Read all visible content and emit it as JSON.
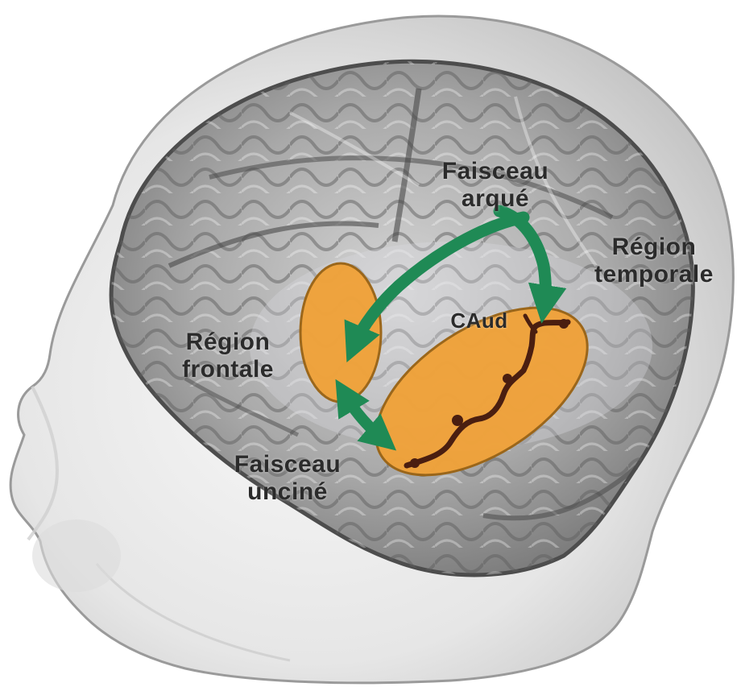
{
  "labels": {
    "arcuate": {
      "line1": "Faisceau",
      "line2": "arqué"
    },
    "temporal": {
      "line1": "Région",
      "line2": "temporale"
    },
    "frontal": {
      "line1": "Région",
      "line2": "frontale"
    },
    "uncinate": {
      "line1": "Faisceau",
      "line2": "unciné"
    },
    "auditory": "CAud"
  },
  "colors": {
    "region_fill": "#f0a23a",
    "region_stroke": "#9a6416",
    "tract": "#1f8a55",
    "cortex_path": "#4a1e10",
    "head_skin": "#e9e9e9",
    "brain": "#8c8c8c"
  },
  "icons": {
    "head": "head-silhouette",
    "brain": "brain-cortex"
  }
}
